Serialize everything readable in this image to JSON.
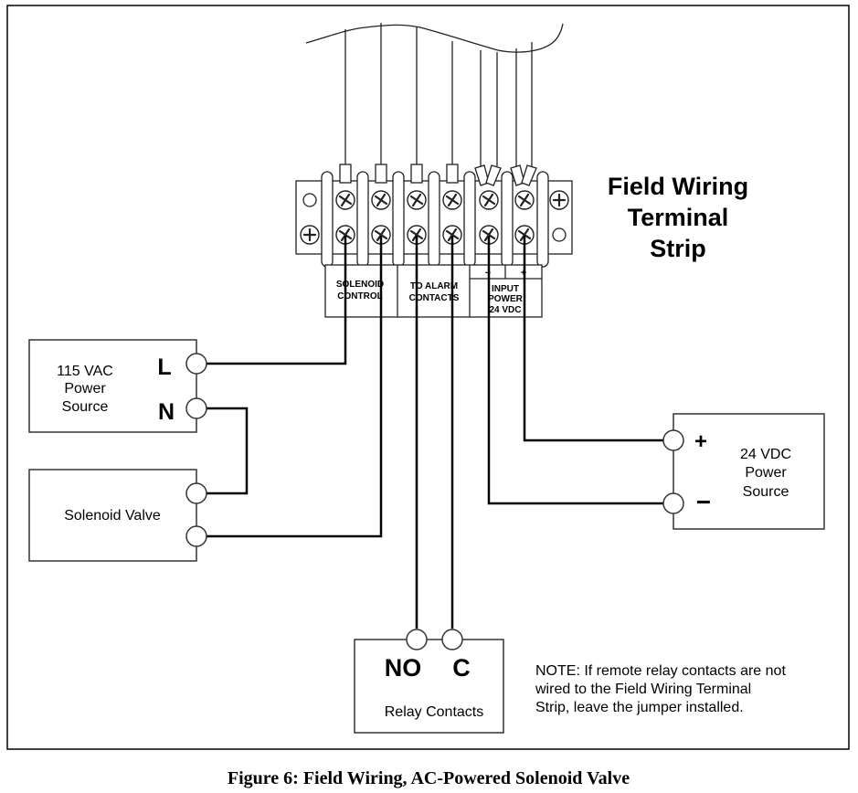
{
  "figure": {
    "caption": "Figure 6: Field Wiring, AC-Powered Solenoid Valve"
  },
  "terminal_strip": {
    "title_lines": [
      "Field Wiring",
      "Terminal",
      "Strip"
    ],
    "groups": [
      {
        "id": "solenoid-control",
        "lines": [
          "SOLENOID",
          "CONTROL"
        ]
      },
      {
        "id": "alarm-contacts",
        "lines": [
          "TO ALARM",
          "CONTACTS"
        ]
      },
      {
        "id": "input-power",
        "lines": [
          "INPUT",
          "POWER",
          "24 VDC"
        ],
        "polarity": [
          "−",
          "+"
        ]
      }
    ],
    "terminal_count": 6
  },
  "ac_source": {
    "lines": [
      "115 VAC",
      "Power",
      "Source"
    ],
    "terminals": [
      "L",
      "N"
    ]
  },
  "solenoid_valve": {
    "label": "Solenoid Valve"
  },
  "dc_source": {
    "lines": [
      "24 VDC",
      "Power",
      "Source"
    ],
    "terminals": [
      "+",
      "−"
    ]
  },
  "relay": {
    "label": "Relay Contacts",
    "terminals": [
      "NO",
      "C"
    ]
  },
  "note": {
    "lines": [
      "NOTE: If remote relay contacts are not",
      "wired to the Field Wiring Terminal",
      "Strip, leave the jumper installed."
    ]
  },
  "colors": {
    "line": "#000000",
    "background": "#ffffff"
  }
}
